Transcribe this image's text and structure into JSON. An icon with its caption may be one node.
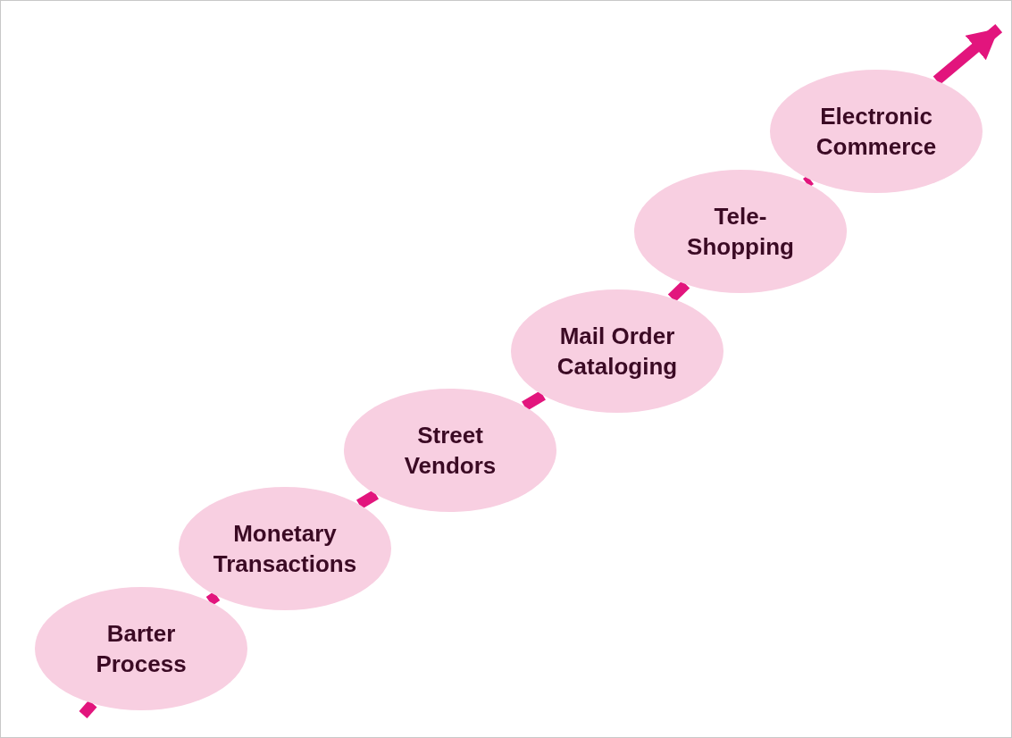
{
  "diagram": {
    "nodes": [
      {
        "text": [
          "Barter Process"
        ]
      },
      {
        "text": [
          "Monetary Transactions"
        ]
      },
      {
        "text": [
          "Street Vendors"
        ]
      },
      {
        "text": [
          "Mail Order Cataloging"
        ]
      },
      {
        "text": [
          "Tele-Shopping"
        ]
      },
      {
        "text": [
          "Electronic Commerce"
        ]
      }
    ],
    "edges": [
      {
        "from": null,
        "to": 0,
        "arrow": "none"
      },
      {
        "from": 0,
        "to": 1,
        "arrow": "none"
      },
      {
        "from": 1,
        "to": 2,
        "arrow": "none"
      },
      {
        "from": 2,
        "to": 3,
        "arrow": "none"
      },
      {
        "from": 3,
        "to": 4,
        "arrow": "none"
      },
      {
        "from": 4,
        "to": 5,
        "arrow": "none"
      },
      {
        "from": 5,
        "to": null,
        "arrow": "to"
      }
    ]
  }
}
